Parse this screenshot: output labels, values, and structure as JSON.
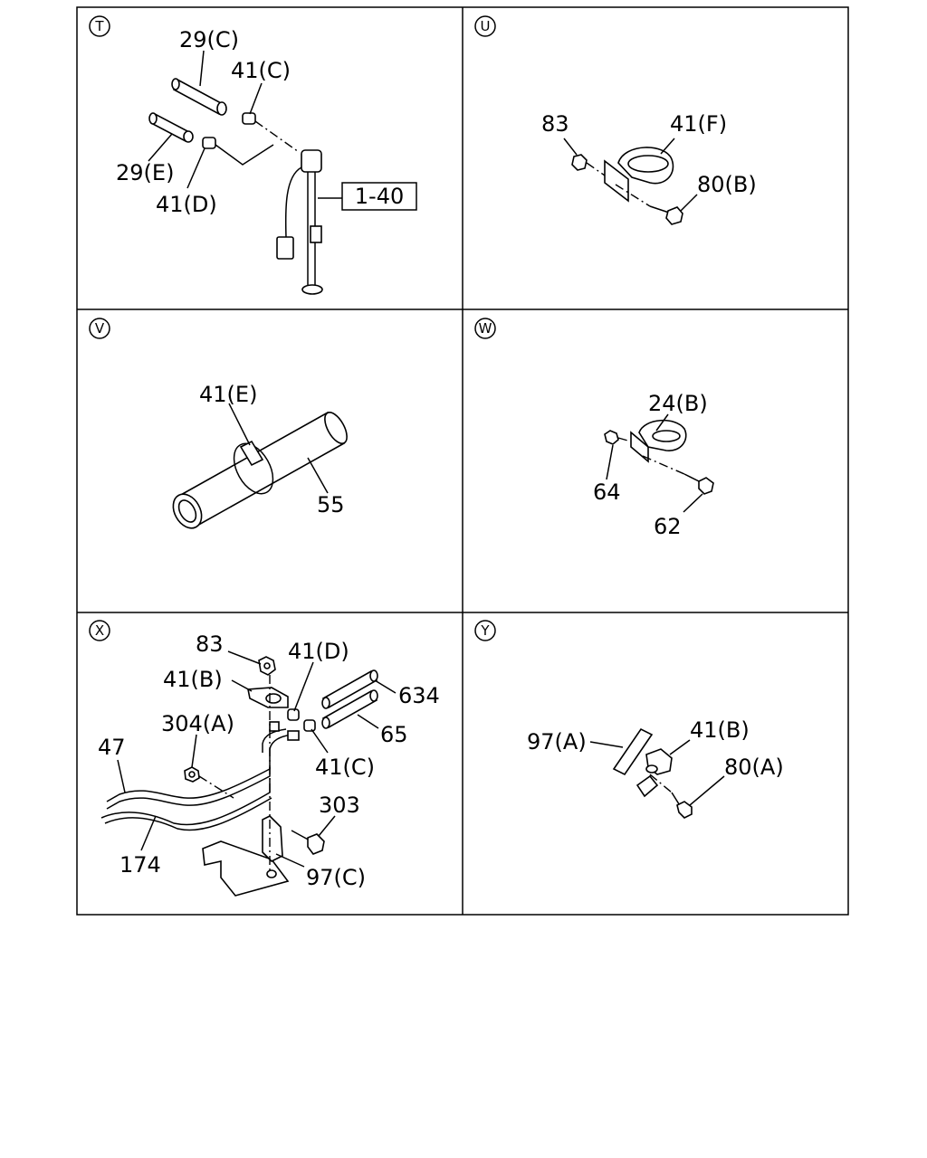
{
  "panels": {
    "T": {
      "id": "T",
      "labels": [
        "29(C)",
        "41(C)",
        "29(E)",
        "41(D)"
      ],
      "ref_box": "1-40"
    },
    "U": {
      "id": "U",
      "labels": [
        "83",
        "41(F)",
        "80(B)"
      ]
    },
    "V": {
      "id": "V",
      "labels": [
        "41(E)",
        "55"
      ]
    },
    "W": {
      "id": "W",
      "labels": [
        "24(B)",
        "64",
        "62"
      ]
    },
    "X": {
      "id": "X",
      "labels": [
        "83",
        "41(D)",
        "41(B)",
        "634",
        "304(A)",
        "65",
        "47",
        "41(C)",
        "303",
        "174",
        "97(C)"
      ]
    },
    "Y": {
      "id": "Y",
      "labels": [
        "97(A)",
        "41(B)",
        "80(A)"
      ]
    }
  },
  "colors": {
    "line": "#000000",
    "background": "#ffffff"
  }
}
